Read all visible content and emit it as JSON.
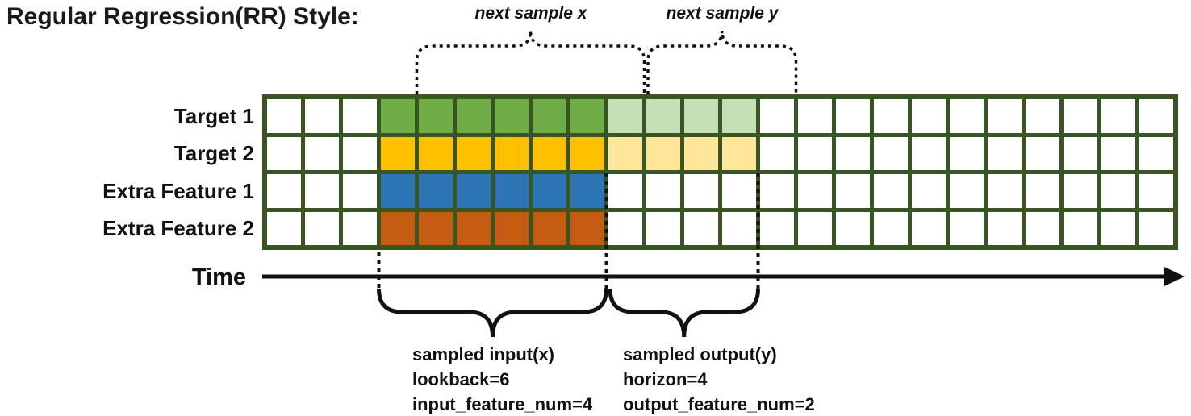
{
  "title": "Regular Regression(RR) Style:",
  "annotations": {
    "next_sample_x": "next sample x",
    "next_sample_y": "next sample y"
  },
  "time_axis": {
    "label": "Time"
  },
  "grid": {
    "columns": 24,
    "pre_blank_cols": 3,
    "lookback_cols": 6,
    "horizon_cols": 4,
    "border_color": "#375623",
    "blank_color": "#ffffff",
    "rows": [
      {
        "label": "Target 1",
        "input_color": "#70AD47",
        "output_color": "#C5E0B4"
      },
      {
        "label": "Target 2",
        "input_color": "#FFC000",
        "output_color": "#FFE699"
      },
      {
        "label": "Extra Feature 1",
        "input_color": "#2E75B6",
        "output_color": null
      },
      {
        "label": "Extra Feature 2",
        "input_color": "#C55A11",
        "output_color": null
      }
    ]
  },
  "input_annotation": {
    "line1": "sampled input(x)",
    "line2": "lookback=6",
    "line3": "input_feature_num=4"
  },
  "output_annotation": {
    "line1": "sampled output(y)",
    "line2": "horizon=4",
    "line3": "output_feature_num=2"
  }
}
